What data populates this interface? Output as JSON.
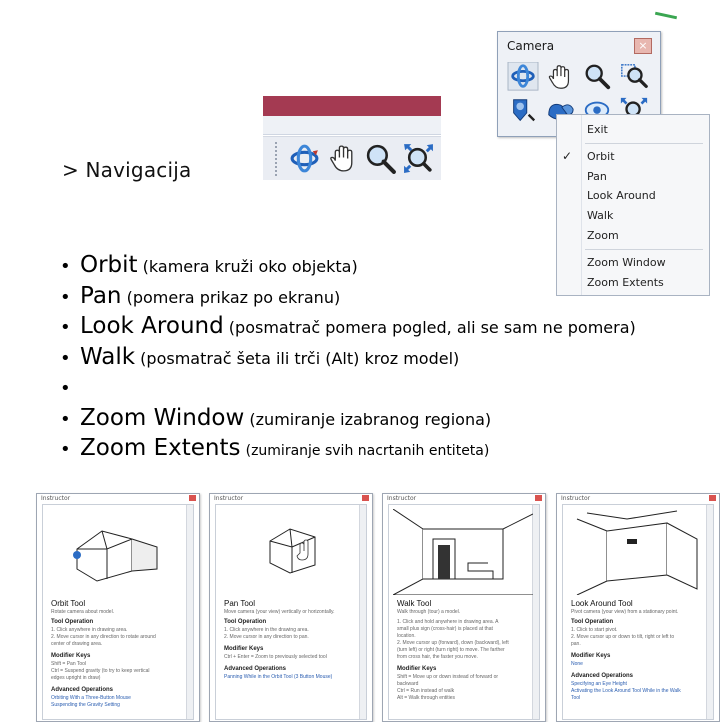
{
  "heading": "> Navigacija",
  "bullets": [
    {
      "main": "Orbit",
      "note": "(kamera kruži oko objekta)"
    },
    {
      "main": "Pan",
      "note": "(pomera prikaz po ekranu)"
    },
    {
      "main": "Look Around",
      "note": "(posmatrač pomera pogled, ali se sam ne pomera)"
    },
    {
      "main": "Walk",
      "note": "(posmatrač šeta ili trči (Alt) kroz model)"
    },
    {
      "main": "",
      "note": ""
    },
    {
      "main": "Zoom Window",
      "note": "(zumiranje izabranog regiona)"
    },
    {
      "main": "Zoom Extents",
      "note": "(zumiranje svih nacrtanih entiteta)"
    }
  ],
  "toolbar": {
    "icons": [
      "orbit-icon",
      "pan-icon",
      "zoom-icon",
      "zoom-extents-icon"
    ],
    "band_color": "#a43a52"
  },
  "camera_palette": {
    "title": "Camera",
    "close": "×",
    "icons": [
      "orbit-icon",
      "pan-icon",
      "zoom-icon",
      "zoom-window-icon",
      "position-camera-icon",
      "walk-icon",
      "look-around-icon",
      "zoom-extents-icon"
    ]
  },
  "context_menu": {
    "items": [
      "Exit",
      "Orbit",
      "Pan",
      "Look Around",
      "Walk",
      "Zoom",
      "Zoom Window",
      "Zoom Extents"
    ],
    "checked": "Orbit",
    "check_mark": "✓"
  },
  "panels": [
    {
      "window_title": "Instructor",
      "tool_title": "Orbit Tool",
      "subtitle": "Rotate camera about model.",
      "sections": [
        {
          "heading": "Tool Operation",
          "lines": [
            "1. Click anywhere in drawing area.",
            "2. Move cursor in any direction to rotate around",
            "center of drawing area."
          ]
        },
        {
          "heading": "Modifier Keys",
          "lines": [
            "Shift = Pan Tool",
            "Ctrl = Suspend gravity (to try to keep vertical",
            "edges upright in draw)"
          ]
        },
        {
          "heading": "Advanced Operations",
          "links": [
            "Orbiting With a Three-Button Mouse",
            "Suspending the Gravity Setting"
          ]
        }
      ]
    },
    {
      "window_title": "Instructor",
      "tool_title": "Pan Tool",
      "subtitle": "Move camera (your view) vertically or horizontally.",
      "sections": [
        {
          "heading": "Tool Operation",
          "lines": [
            "1. Click anywhere in the drawing area.",
            "2. Move cursor in any direction to pan."
          ]
        },
        {
          "heading": "Modifier Keys",
          "lines": [
            "Ctrl + Enter = Zoom to previously selected tool"
          ]
        },
        {
          "heading": "Advanced Operations",
          "links": [
            "Panning While in the Orbit Tool (3 Button Mouse)"
          ]
        }
      ]
    },
    {
      "window_title": "Instructor",
      "tool_title": "Walk Tool",
      "subtitle": "Walk through (tour) a model.",
      "sections": [
        {
          "heading": "",
          "lines": [
            "1. Click and hold anywhere in drawing area. A",
            "small plus sign (cross-hair) is placed at that",
            "location.",
            "2. Move cursor up (forward), down (backward), left",
            "(turn left) or right (turn right) to move. The farther",
            "from cross hair, the faster you move."
          ]
        },
        {
          "heading": "Modifier Keys",
          "lines": [
            "Shift = Move up or down instead of forward or",
            "backward",
            "Ctrl = Run instead of walk",
            "Alt = Walk through entities"
          ]
        }
      ]
    },
    {
      "window_title": "Instructor",
      "tool_title": "Look Around Tool",
      "subtitle": "Pivot camera (your view) from a stationary point.",
      "sections": [
        {
          "heading": "Tool Operation",
          "lines": [
            "1. Click to start pivot.",
            "2. Move cursor up or down to tilt, right or left to",
            "pan."
          ]
        },
        {
          "heading": "Modifier Keys",
          "lines": [
            "None"
          ]
        },
        {
          "heading": "Advanced Operations",
          "links": [
            "Specifying an Eye Height",
            "Activating the Look Around Tool While in the Walk",
            "Tool"
          ]
        }
      ]
    }
  ]
}
